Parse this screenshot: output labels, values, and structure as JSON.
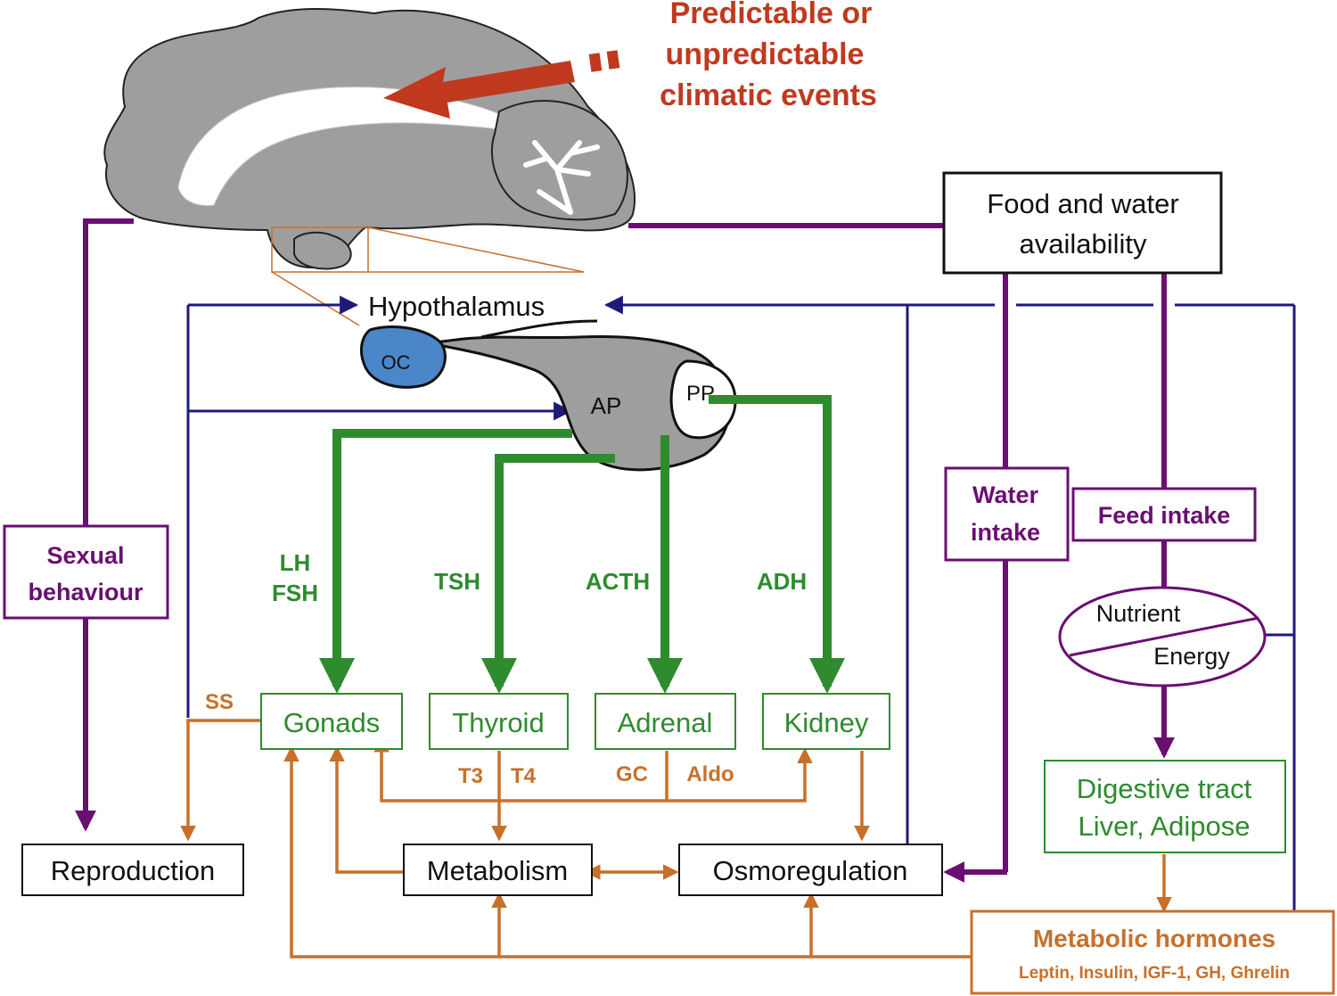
{
  "colors": {
    "purple": "#6a0e72",
    "navy": "#1f1a78",
    "green": "#2e8b2e",
    "orange": "#c8702a",
    "red": "#c0391f",
    "gray": "#9e9e9e",
    "blue": "#4a86c8"
  },
  "headline": {
    "line1": "Predictable or",
    "line2": "unpredictable",
    "line3": "climatic events"
  },
  "food": {
    "line1": "Food and water",
    "line2": "availability"
  },
  "hypothalamus": "Hypothalamus",
  "pituitary": {
    "oc": "OC",
    "ap": "AP",
    "pp": "PP"
  },
  "sexual_behaviour": {
    "line1": "Sexual",
    "line2": "behaviour"
  },
  "water_intake": {
    "line1": "Water",
    "line2": "intake"
  },
  "feed_intake": "Feed intake",
  "nutrient": "Nutrient",
  "energy": "Energy",
  "hormones": {
    "lh": "LH",
    "fsh": "FSH",
    "tsh": "TSH",
    "acth": "ACTH",
    "adh": "ADH",
    "ss": "SS",
    "t3": "T3",
    "t4": "T4",
    "gc": "GC",
    "aldo": "Aldo"
  },
  "glands": {
    "gonads": "Gonads",
    "thyroid": "Thyroid",
    "adrenal": "Adrenal",
    "kidney": "Kidney"
  },
  "outcomes": {
    "reproduction": "Reproduction",
    "metabolism": "Metabolism",
    "osmoregulation": "Osmoregulation"
  },
  "digestive": {
    "line1": "Digestive tract",
    "line2": "Liver, Adipose"
  },
  "metabolic_hormones": {
    "title": "Metabolic hormones",
    "list": "Leptin,  Insulin,  IGF-1, GH, Ghrelin"
  }
}
